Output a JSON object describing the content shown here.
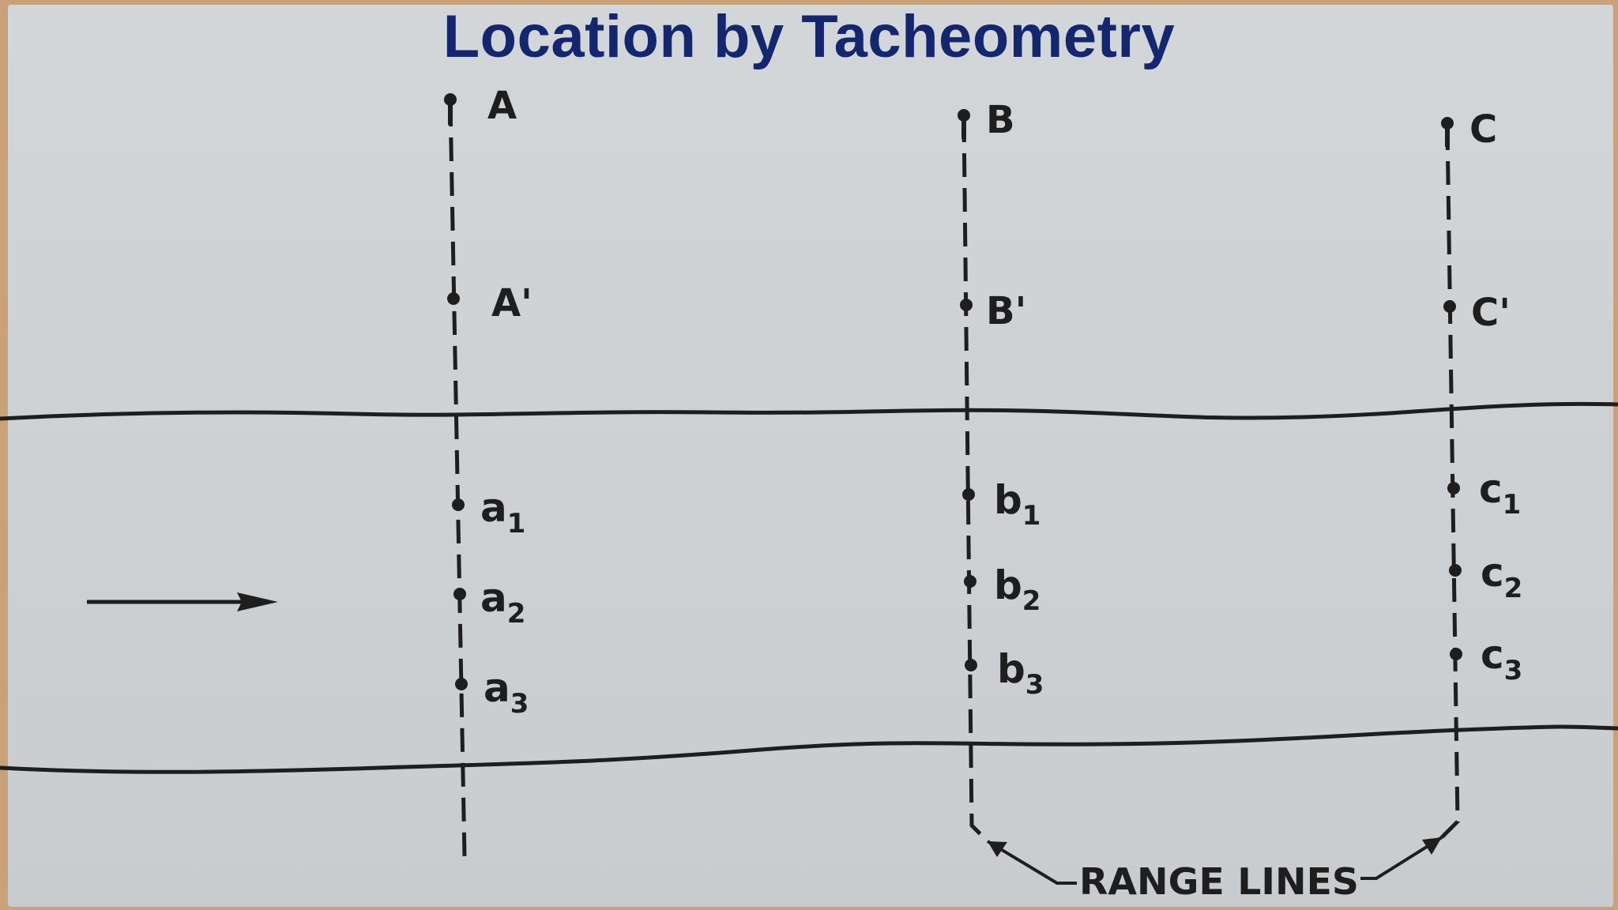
{
  "title": "Location by Tacheometry",
  "range_lines_caption": "RANGE LINES",
  "colors": {
    "title": "#13266e",
    "ink": "#1e1e1e",
    "paper": "#d0d3d5",
    "border": "#c9a27a"
  },
  "stations": [
    {
      "name": "A",
      "sub": ""
    },
    {
      "name": "B",
      "sub": ""
    },
    {
      "name": "C",
      "sub": ""
    }
  ],
  "reference_points": [
    {
      "name": "A'",
      "sub": ""
    },
    {
      "name": "B'",
      "sub": ""
    },
    {
      "name": "C'",
      "sub": ""
    }
  ],
  "sounding_points": [
    {
      "name": "a",
      "sub": "1"
    },
    {
      "name": "a",
      "sub": "2"
    },
    {
      "name": "a",
      "sub": "3"
    },
    {
      "name": "b",
      "sub": "1"
    },
    {
      "name": "b",
      "sub": "2"
    },
    {
      "name": "b",
      "sub": "3"
    },
    {
      "name": "c",
      "sub": "1"
    },
    {
      "name": "c",
      "sub": "2"
    },
    {
      "name": "c",
      "sub": "3"
    }
  ],
  "flow_arrow_icon": "right-arrow-icon"
}
